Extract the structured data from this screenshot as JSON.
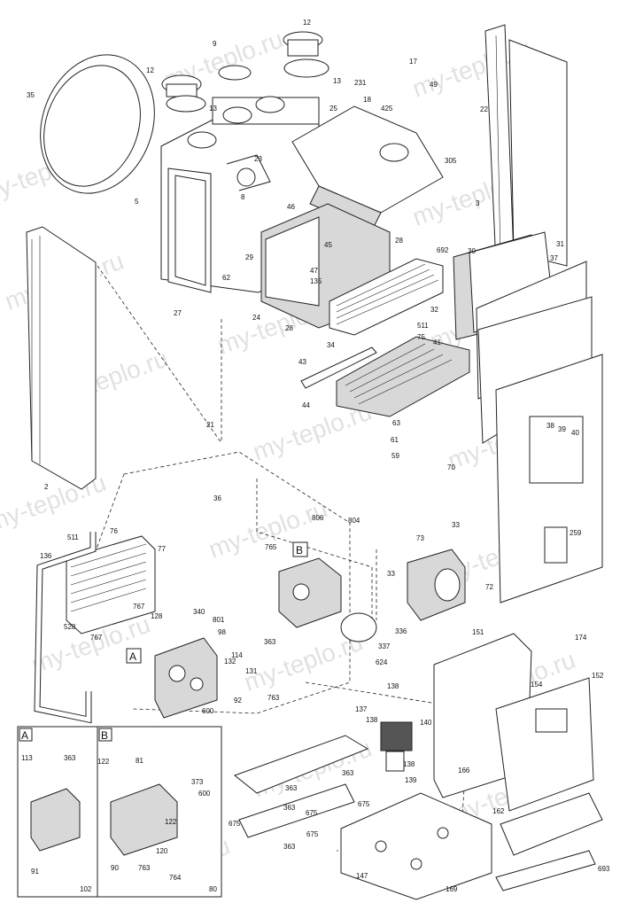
{
  "watermark": "my-teplo.ru",
  "callouts": [
    "12",
    "9",
    "13",
    "12",
    "13",
    "35",
    "17",
    "231",
    "18",
    "49",
    "425",
    "22",
    "23",
    "25",
    "8",
    "305",
    "5",
    "46",
    "45",
    "3",
    "28",
    "692",
    "30",
    "31",
    "37",
    "29",
    "47",
    "62",
    "135",
    "32",
    "27",
    "24",
    "28",
    "511",
    "75",
    "34",
    "43",
    "41",
    "44",
    "63",
    "61",
    "59",
    "38",
    "39",
    "40",
    "2",
    "21",
    "70",
    "36",
    "806",
    "804",
    "33",
    "73",
    "511",
    "136",
    "76",
    "77",
    "765",
    "72",
    "259",
    "33",
    "767",
    "128",
    "340",
    "801",
    "98",
    "363",
    "337",
    "767",
    "336",
    "114",
    "132",
    "624",
    "131",
    "92",
    "763",
    "600",
    "528",
    "138",
    "137",
    "138",
    "140",
    "151",
    "174",
    "154",
    "152",
    "138",
    "139",
    "166",
    "363",
    "363",
    "675",
    "363",
    "675",
    "675",
    "675",
    "363",
    "162",
    "147",
    "169",
    "693",
    "113",
    "363",
    "122",
    "81",
    "373",
    "600",
    "122",
    "91",
    "102",
    "90",
    "763",
    "120",
    "764",
    "80"
  ],
  "inset_labels": {
    "A": "A",
    "B": "B"
  }
}
